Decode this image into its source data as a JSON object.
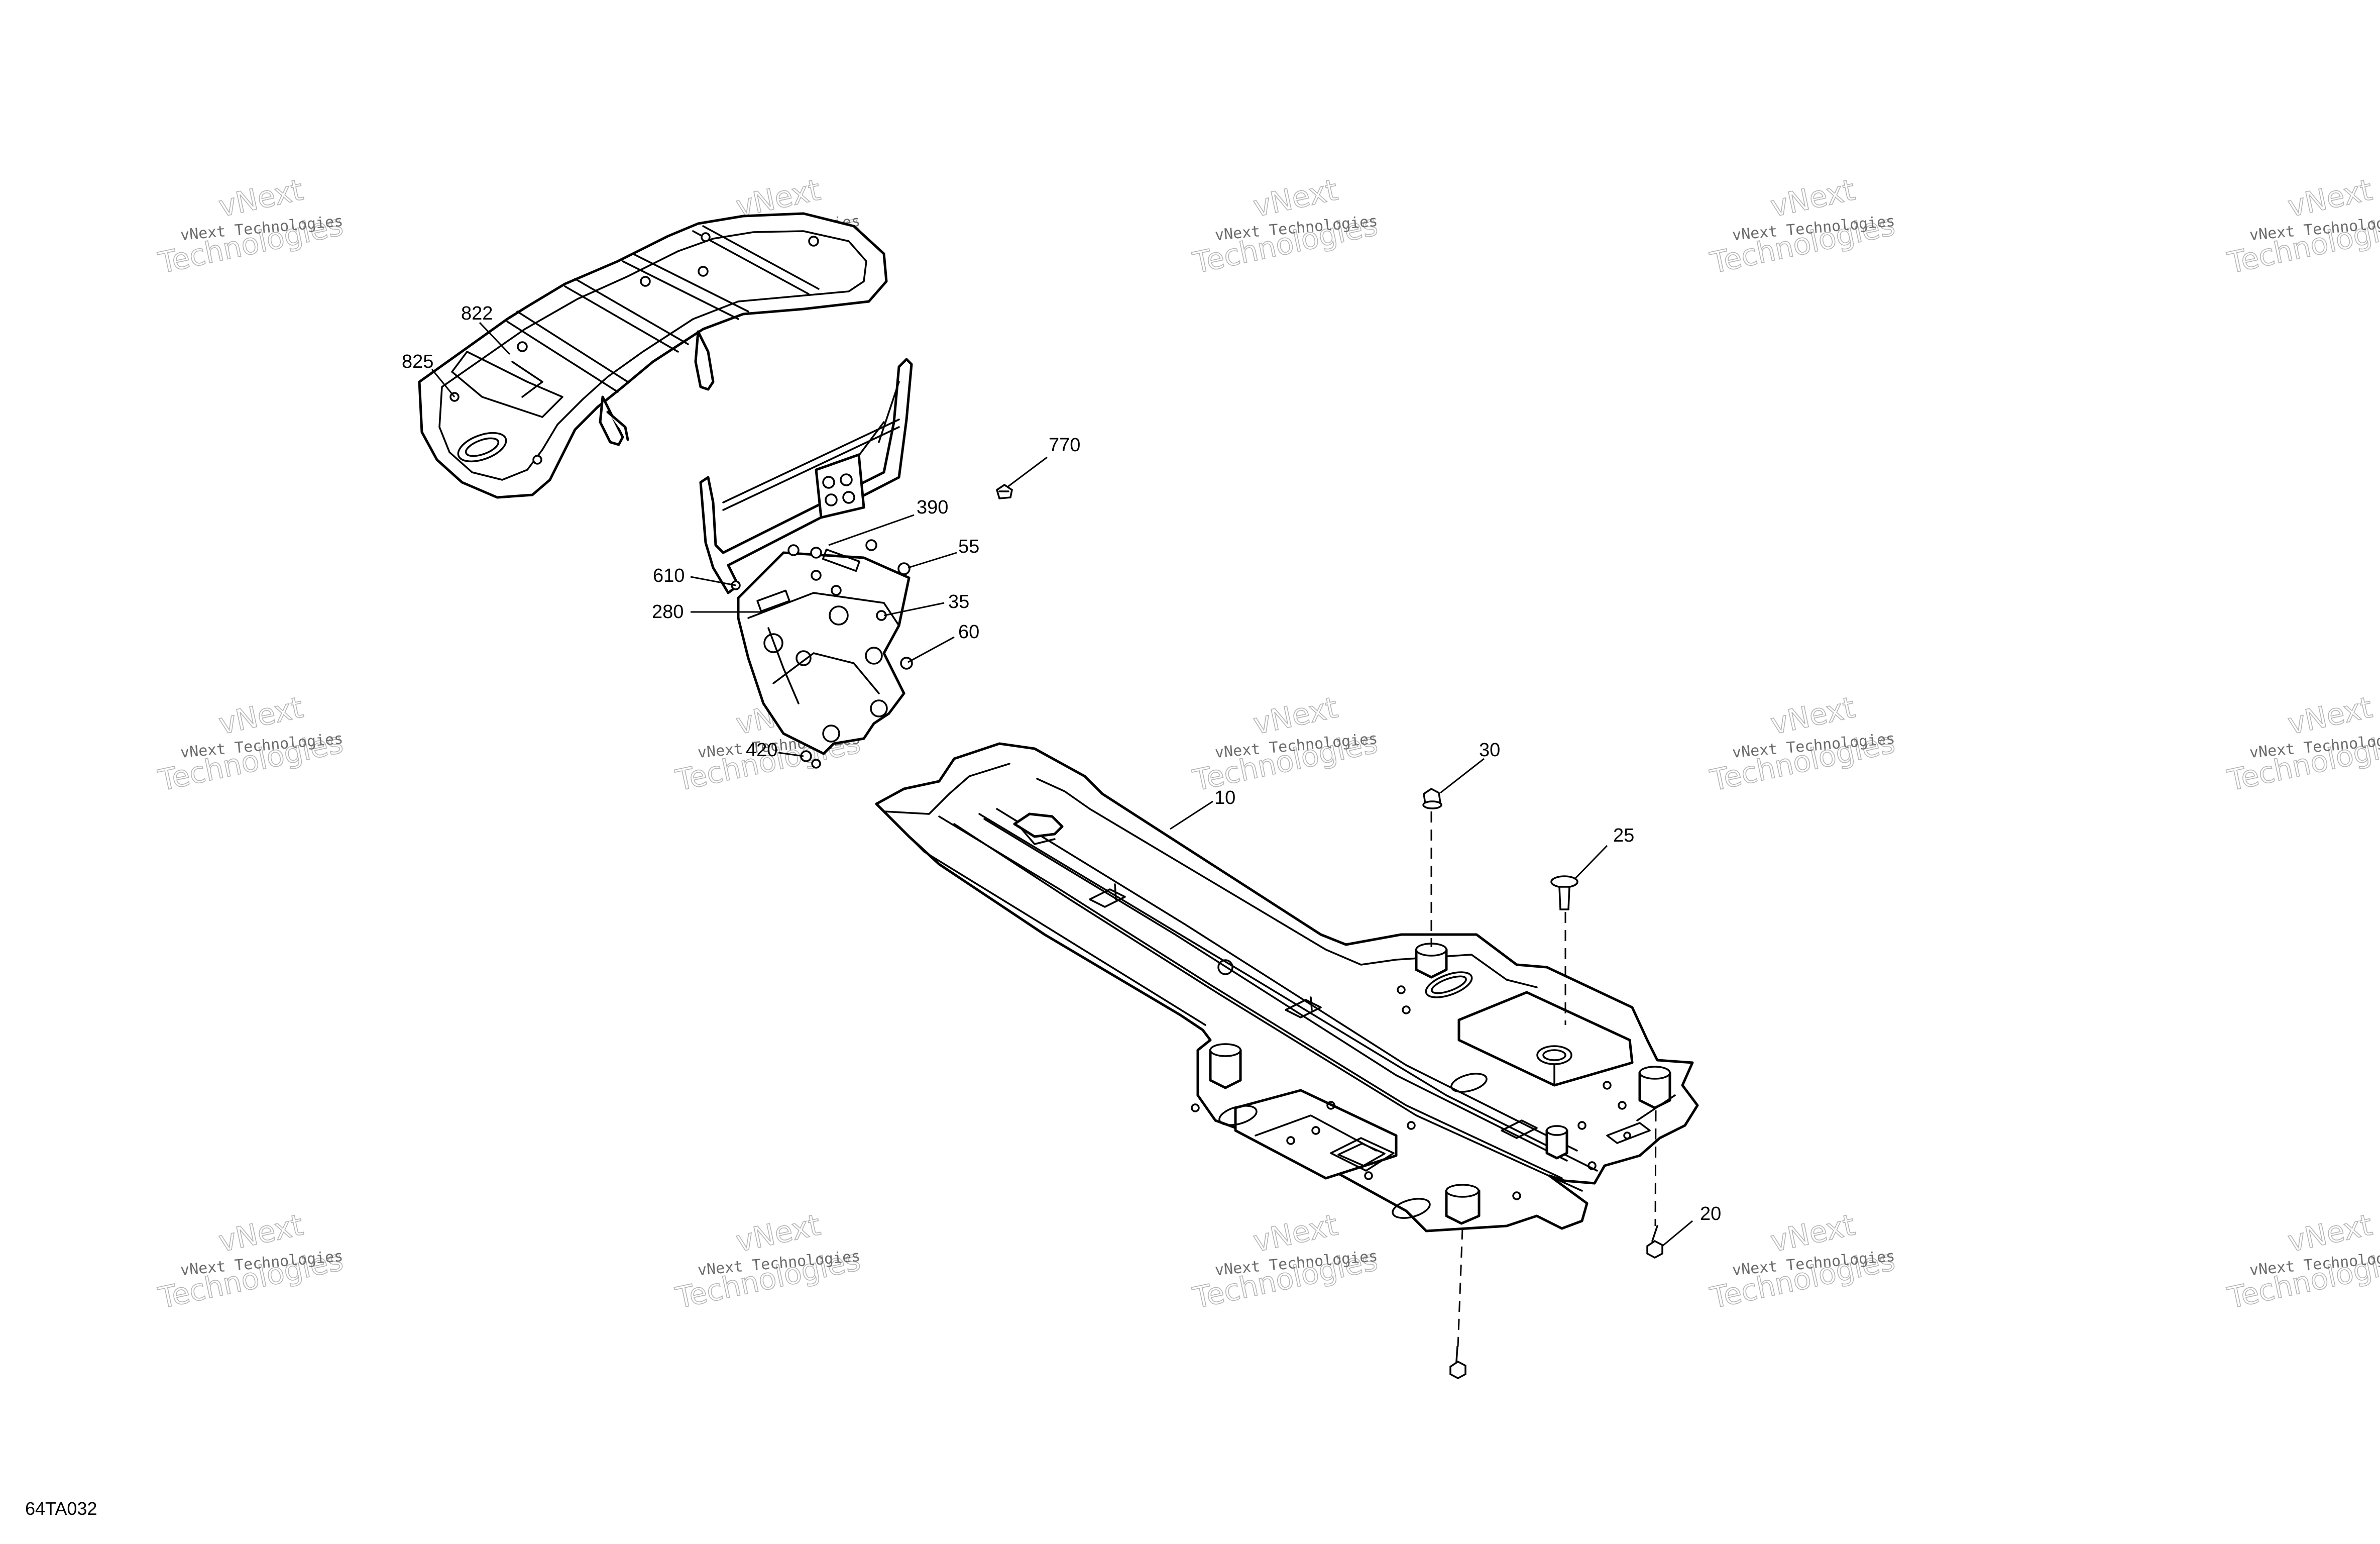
{
  "watermark": {
    "line_small": "vNext Technologies",
    "line_big_top": "vNext",
    "line_big_bottom": "Technologies"
  },
  "figure_code": "64TA032",
  "callouts": {
    "c822": "822",
    "c825": "825",
    "c770": "770",
    "c390": "390",
    "c55": "55",
    "c610": "610",
    "c280": "280",
    "c35": "35",
    "c60": "60",
    "c420": "420",
    "c10": "10",
    "c30": "30",
    "c25": "25",
    "c20": "20"
  }
}
